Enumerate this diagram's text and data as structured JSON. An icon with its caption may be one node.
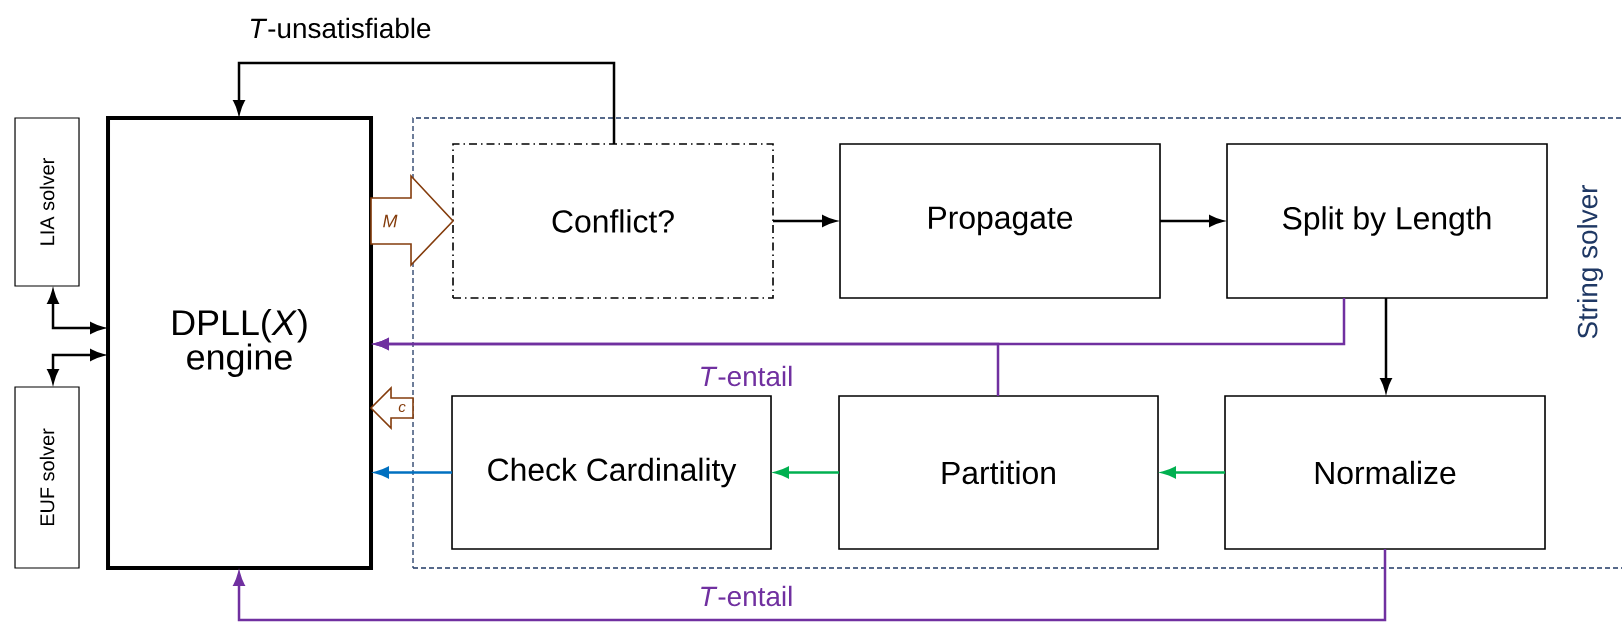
{
  "diagram": {
    "nodes": [
      {
        "text": [
          "LIA solver"
        ]
      },
      {
        "text": [
          "EUF solver"
        ]
      },
      {
        "text": [
          "DPLL(*X*) engine"
        ]
      },
      {
        "text": [
          "String solver"
        ]
      },
      {
        "text": [
          "Conflict?"
        ],
        "in": 3
      },
      {
        "text": [
          "Propagate"
        ],
        "in": 3
      },
      {
        "text": [
          "Split by Length"
        ],
        "in": 3
      },
      {
        "text": [
          "Check Cardinality"
        ],
        "in": 3
      },
      {
        "text": [
          "Partition"
        ],
        "in": 3
      },
      {
        "text": [
          "Normalize"
        ],
        "in": 3
      }
    ],
    "edges": [
      {
        "from": 0,
        "to": 2,
        "arrow": "both"
      },
      {
        "from": 1,
        "to": 2,
        "arrow": "both"
      },
      {
        "from": 2,
        "to": 4,
        "arrow": "to",
        "label": "M",
        "style": "thick",
        "color": "#843c0c"
      },
      {
        "from": 3,
        "to": 2,
        "arrow": "to",
        "label": "c",
        "style": "thick",
        "color": "#843c0c"
      },
      {
        "from": 4,
        "to": 2,
        "arrow": "to",
        "label": "*T*-unsatisfiable"
      },
      {
        "from": 4,
        "to": 5,
        "arrow": "to"
      },
      {
        "from": 5,
        "to": 6,
        "arrow": "to"
      },
      {
        "from": 6,
        "to": 9,
        "arrow": "to"
      },
      {
        "from": 6,
        "to": 2,
        "arrow": "to",
        "color": "#7030a0"
      },
      {
        "from": 8,
        "to": 2,
        "arrow": "to",
        "label": "*T*-entail",
        "color": "#7030a0"
      },
      {
        "from": 9,
        "to": 8,
        "arrow": "to",
        "color": "#00b050"
      },
      {
        "from": 8,
        "to": 7,
        "arrow": "to",
        "color": "#00b050"
      },
      {
        "from": 7,
        "to": 2,
        "arrow": "to",
        "color": "#0070c0"
      },
      {
        "from": 9,
        "to": 2,
        "arrow": "to",
        "label": "*T*-entail",
        "color": "#7030a0"
      }
    ]
  }
}
